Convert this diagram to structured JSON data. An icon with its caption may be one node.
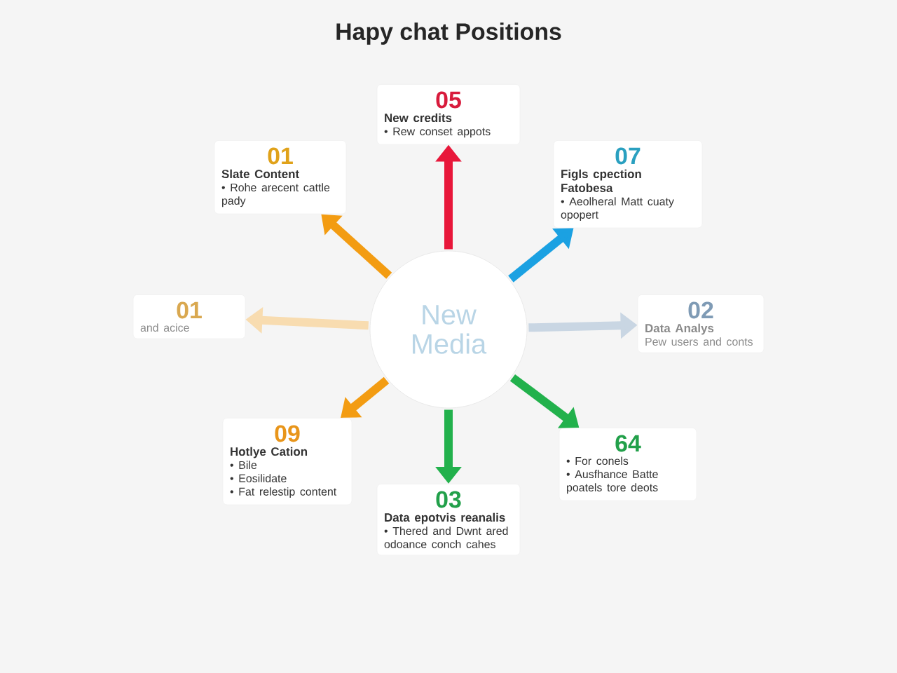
{
  "diagram": {
    "title": "Hapy chat Positions",
    "nodes": [
      {
        "text": [
          "New Media"
        ]
      },
      {
        "text": [
          "05",
          "New credits",
          "• Rew conset appots"
        ]
      },
      {
        "text": [
          "01",
          "Slate Content",
          "• Rohe arecent cattle pady"
        ]
      },
      {
        "text": [
          "07",
          "Figls cpection Fatobesa",
          "• Aeolheral Matt cuaty opopert"
        ]
      },
      {
        "text": [
          "01",
          "and acice"
        ]
      },
      {
        "text": [
          "02",
          "Data Analys",
          "Pew users and conts"
        ]
      },
      {
        "text": [
          "09",
          "Hotlye Cation",
          "• Bile",
          "• Eosilidate",
          "• Fat relestip content"
        ]
      },
      {
        "text": [
          "03",
          "Data epotvis reanalis",
          "• Thered and Dwnt ared odoance conch cahes"
        ]
      },
      {
        "text": [
          "64",
          "• For conels",
          "• Ausfhance Batte poatels tore deots"
        ]
      }
    ],
    "edges": [
      {
        "from": 0,
        "to": 1,
        "arrow": "to",
        "color": "#e8173a"
      },
      {
        "from": 0,
        "to": 2,
        "arrow": "to",
        "color": "#f39c12"
      },
      {
        "from": 0,
        "to": 3,
        "arrow": "to",
        "color": "#1ba1e2"
      },
      {
        "from": 0,
        "to": 4,
        "arrow": "to",
        "color": "#f8dcb0"
      },
      {
        "from": 0,
        "to": 5,
        "arrow": "to",
        "color": "#c9d6e3"
      },
      {
        "from": 0,
        "to": 6,
        "arrow": "to",
        "color": "#f39c12"
      },
      {
        "from": 0,
        "to": 7,
        "arrow": "to",
        "color": "#22b14c"
      },
      {
        "from": 0,
        "to": 8,
        "arrow": "to",
        "color": "#22b14c"
      }
    ]
  }
}
